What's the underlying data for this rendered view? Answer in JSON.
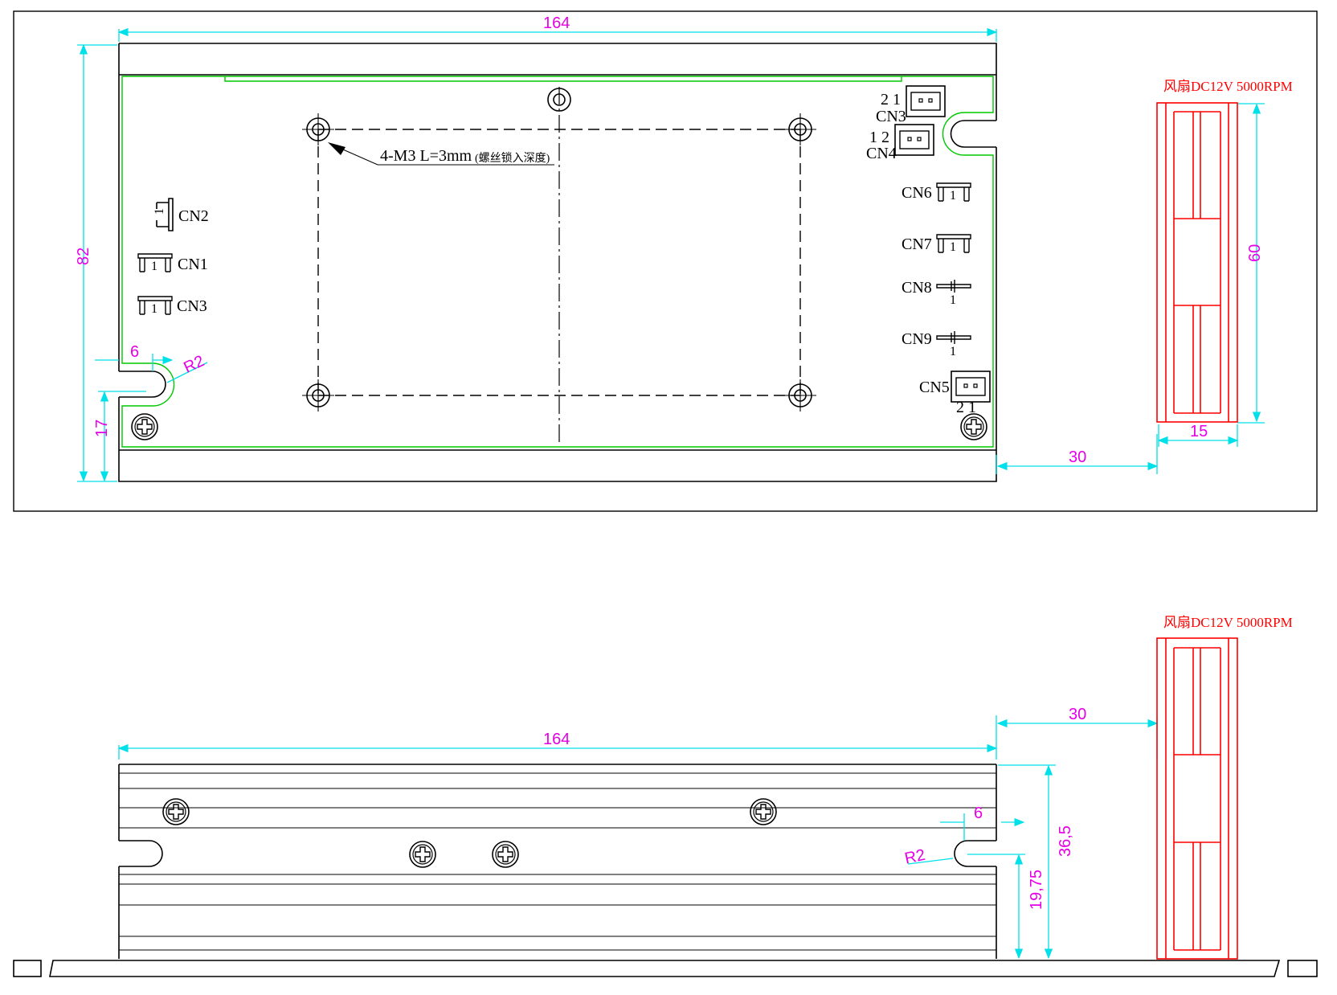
{
  "top_view": {
    "dim_length": "164",
    "dim_height": "82",
    "dim_slot_offset": "6",
    "dim_radius": "R2",
    "dim_slot_height": "17",
    "dim_fan_gap": "30",
    "dim_fan_width": "15",
    "dim_fan_height": "60",
    "screw_note": "4-M3  L=3mm",
    "screw_note_sub": "(螺丝锁入深度)",
    "fan_label": "风扇DC12V  5000RPM",
    "connectors": {
      "cn2": "CN2",
      "cn1": "CN1",
      "cn3_left": "CN3",
      "cn3_right": "CN3",
      "cn4": "CN4",
      "cn5": "CN5",
      "cn6": "CN6",
      "cn7": "CN7",
      "cn8": "CN8",
      "cn9": "CN9"
    },
    "pins": {
      "cn3_pins": "2 1",
      "cn4_pins": "1 2",
      "cn5_pins": "2  1",
      "one": "1"
    }
  },
  "side_view": {
    "dim_length": "164",
    "dim_fan_gap": "30",
    "dim_slot_offset": "6",
    "dim_radius": "R2",
    "dim_slot_height": "19,75",
    "dim_total_height": "36,5",
    "fan_label": "风扇DC12V  5000RPM"
  },
  "colors": {
    "outline": "#000000",
    "pcb_edge": "#00c800",
    "dimension_line": "#00e0e8",
    "dimension_text": "#e600e6",
    "fan": "#ff0000"
  }
}
